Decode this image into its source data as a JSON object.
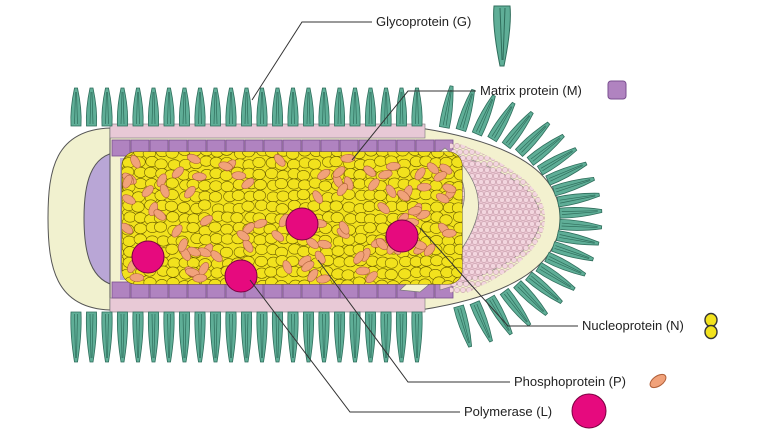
{
  "labels": {
    "glycoprotein": "Glycoprotein (G)",
    "matrix": "Matrix protein (M)",
    "nucleoprotein": "Nucleoprotein (N)",
    "phosphoprotein": "Phosphoprotein (P)",
    "polymerase": "Polymerase (L)"
  },
  "colors": {
    "glycoprotein": "#5fae97",
    "glycoprotein_dark": "#2f6e5c",
    "membrane_head": "#e8c9d6",
    "membrane_tail": "#f3f1cf",
    "matrix": "#b083c0",
    "matrix_dark": "#7a4f8f",
    "interior_lavender": "#b9a6d6",
    "envelope_cream": "#f1f1cf",
    "nucleoprotein": "#f2e21d",
    "nucleoprotein_dark": "#6b5d00",
    "phosphoprotein": "#f1a27a",
    "phosphoprotein_dark": "#b0603a",
    "polymerase": "#e60a7e",
    "leader": "#333333"
  }
}
